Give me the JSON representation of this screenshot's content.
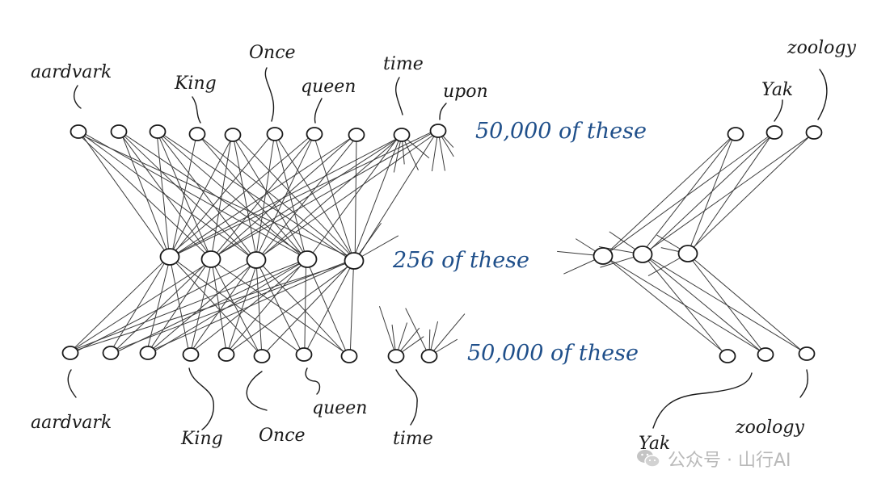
{
  "diagram": {
    "top_layer": {
      "count_label": "50,000 of these",
      "words": [
        "aardvark",
        "King",
        "Once",
        "queen",
        "time",
        "upon",
        "Yak",
        "zoology"
      ]
    },
    "hidden_layer": {
      "count_label": "256 of these"
    },
    "bottom_layer": {
      "count_label": "50,000 of these",
      "words": [
        "aardvark",
        "King",
        "Once",
        "queen",
        "time",
        "Yak",
        "zoology"
      ]
    }
  },
  "watermark": {
    "text": "公众号 · 山行AI",
    "icon": "wechat-icon"
  },
  "colors": {
    "ink": "#1a1a1a",
    "count_label": "#1f4f8a",
    "watermark": "#b9b9b9"
  }
}
